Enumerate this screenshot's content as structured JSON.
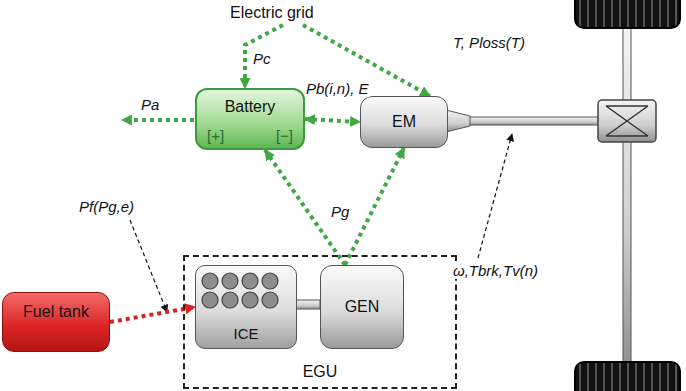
{
  "diagram": {
    "nodes": [
      {
        "text": [
          "Electric grid"
        ]
      },
      {
        "text": [
          "Battery",
          "[+]",
          "[−]"
        ]
      },
      {
        "text": [
          "EM"
        ]
      },
      {
        "text": [
          "Fuel tank"
        ]
      },
      {
        "text": [
          "EGU"
        ]
      },
      {
        "text": [
          "ICE"
        ],
        "in": 4
      },
      {
        "text": [
          "GEN"
        ],
        "in": 4
      }
    ],
    "edges": [
      {
        "from": 0,
        "to": 1,
        "label": "Pc",
        "arrow": "to"
      },
      {
        "from": 0,
        "to": 2,
        "arrow": "to"
      },
      {
        "from": 1,
        "to": 2,
        "label": "Pb(i,n), E",
        "arrow": "both"
      },
      {
        "from": 6,
        "to": 1,
        "arrow": "to"
      },
      {
        "from": 6,
        "to": 2,
        "label": "Pg",
        "arrow": "to"
      },
      {
        "from": 3,
        "to": 5,
        "arrow": "to"
      }
    ],
    "labels": [
      "Pa",
      "Pf(Pg,e)",
      "T, Ploss(T)",
      "ω,Tbrk,Tv(n)"
    ]
  }
}
